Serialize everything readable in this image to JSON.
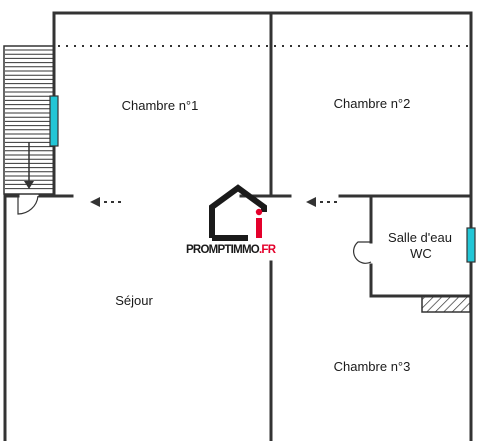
{
  "rooms": {
    "chambre1": "Chambre n°1",
    "chambre2": "Chambre n°2",
    "chambre3": "Chambre n°3",
    "sejour": "Séjour",
    "salle_deau_line1": "Salle d'eau",
    "salle_deau_line2": "WC"
  },
  "brand": {
    "name": "PROMPTIMMO",
    "suffix": ".FR",
    "accent_color": "#e4002b"
  },
  "colors": {
    "wall": "#333333",
    "window": "#22c6d6",
    "text": "#1a1a1a"
  }
}
